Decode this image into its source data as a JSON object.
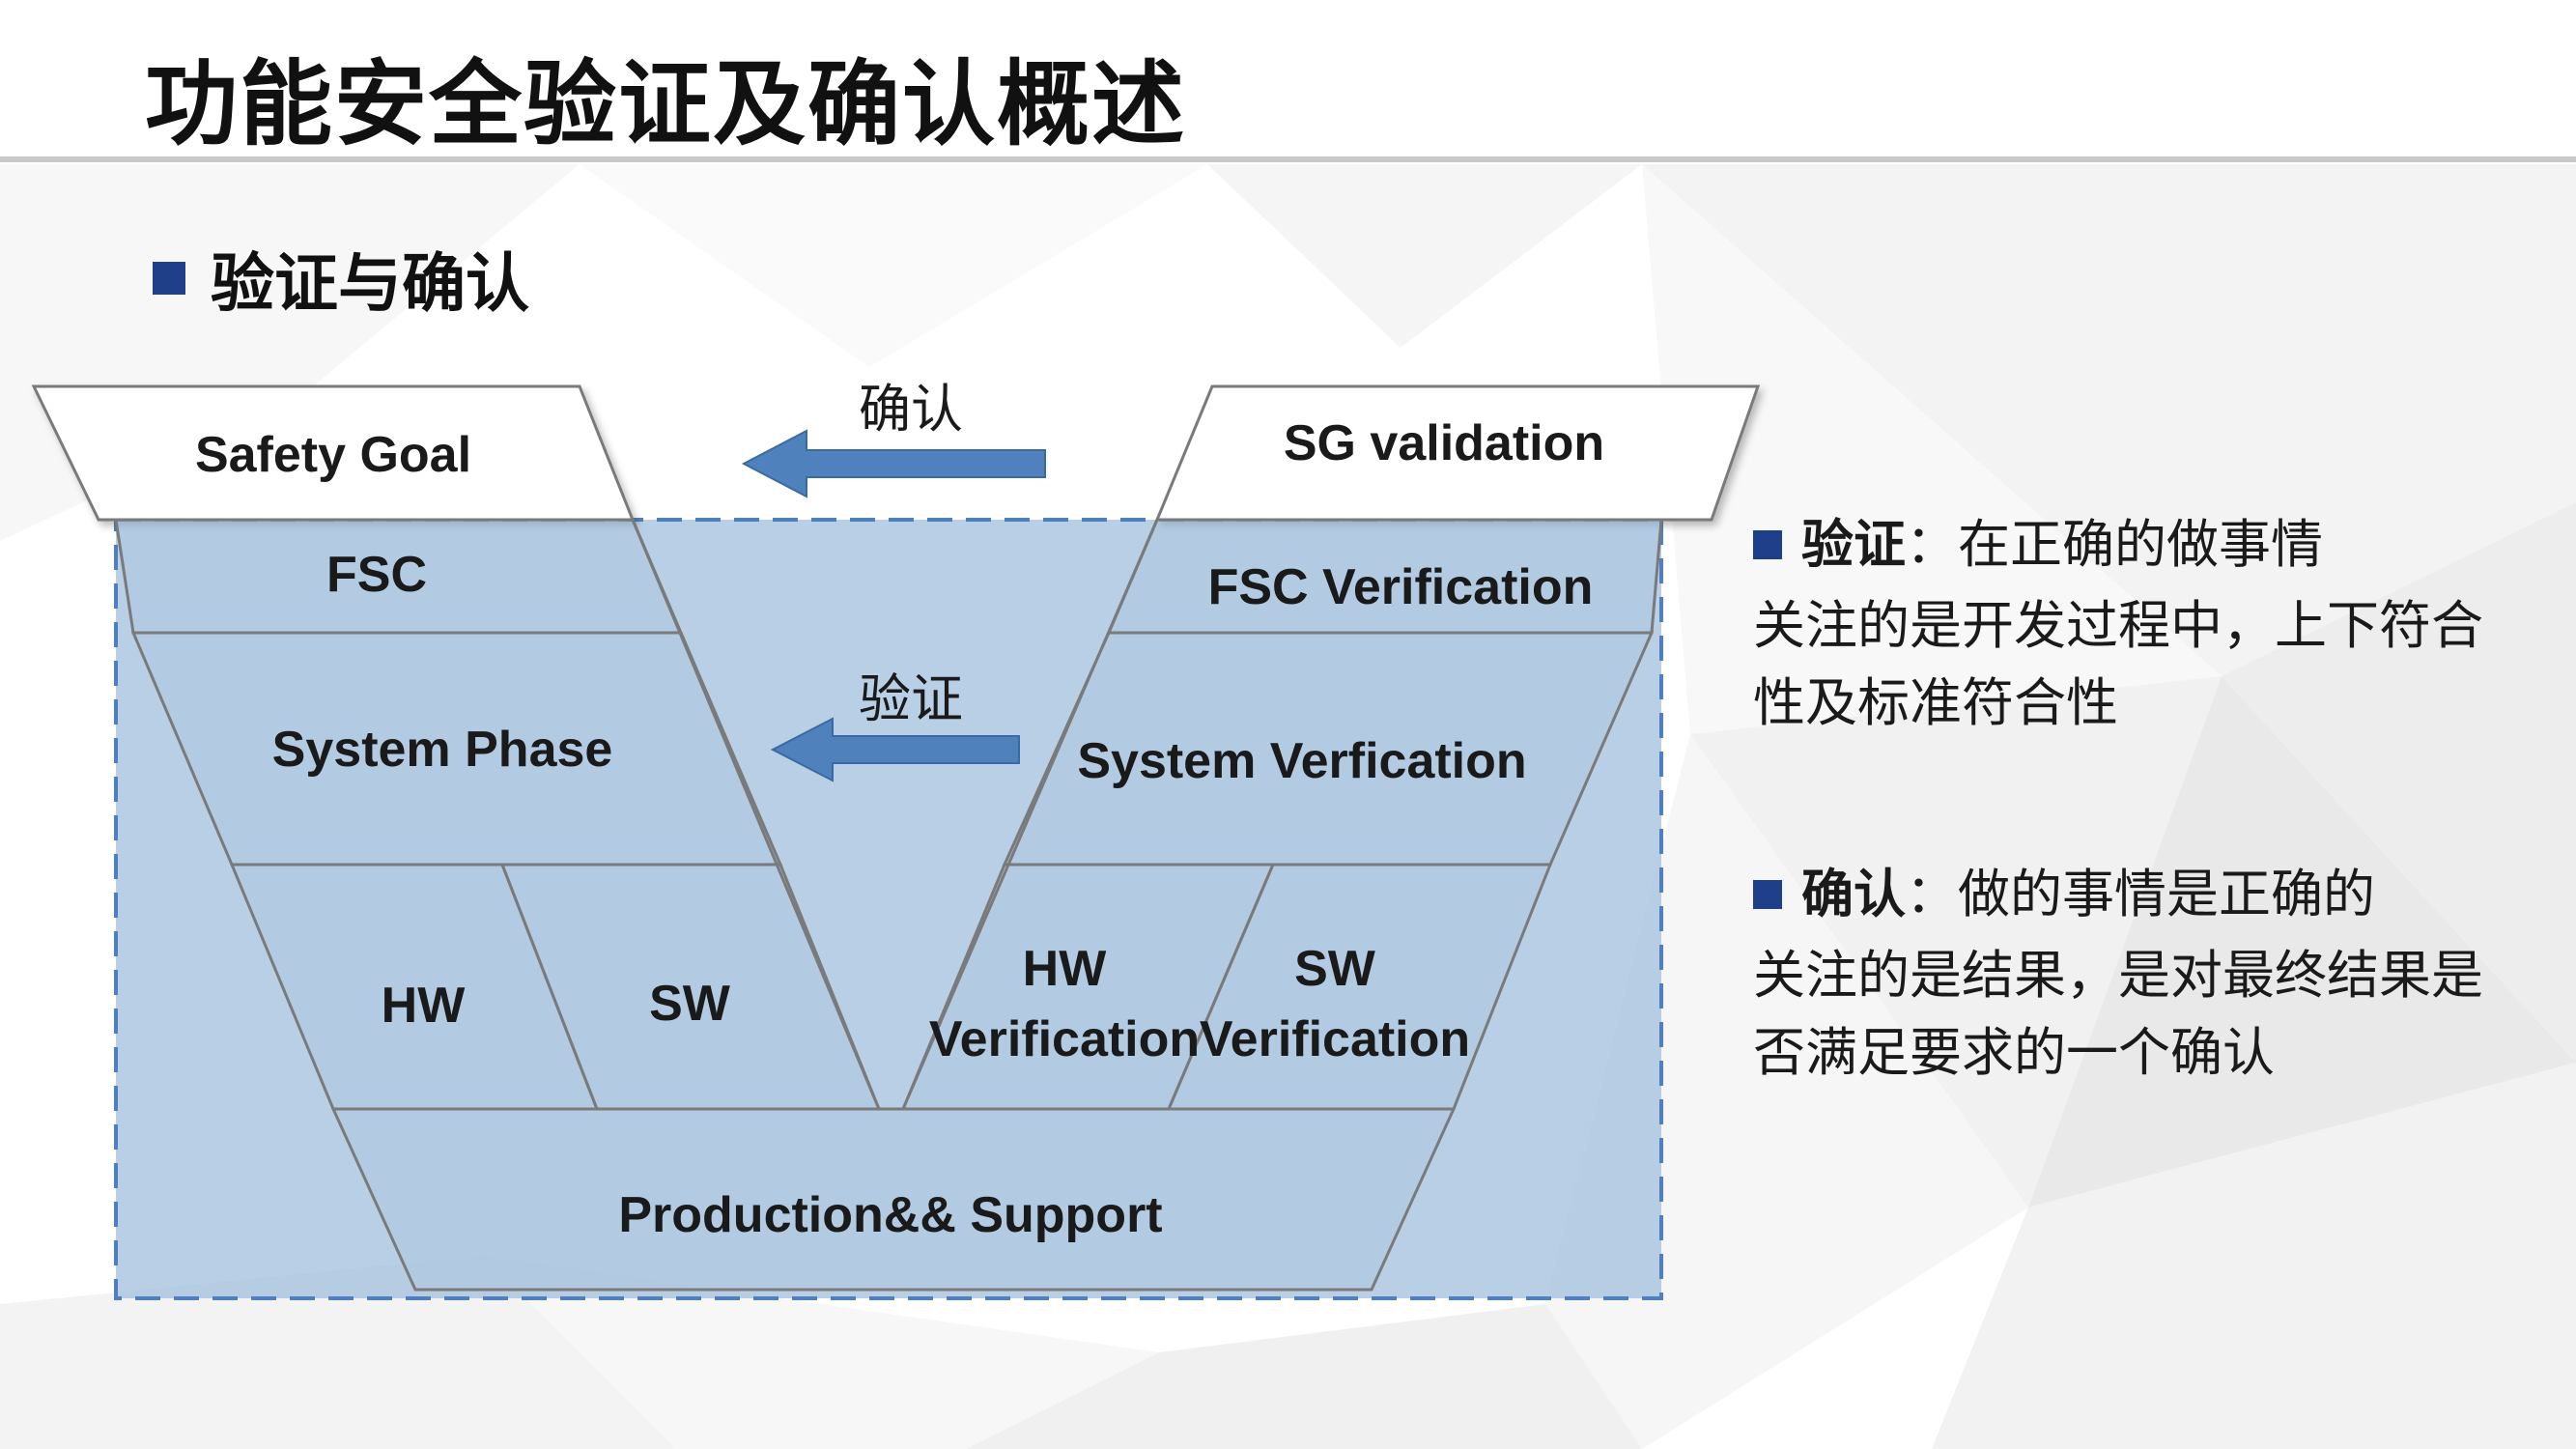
{
  "page": {
    "title": "功能安全验证及确认概述",
    "section_heading": "验证与确认"
  },
  "diagram": {
    "left_blocks": {
      "safety_goal": "Safety Goal",
      "fsc": "FSC",
      "system_phase": "System Phase",
      "hw": "HW",
      "sw": "SW"
    },
    "right_blocks": {
      "sg_validation": "SG validation",
      "fsc_verification": "FSC Verification",
      "system_verification": "System Verfication",
      "hw_verification_line1": "HW",
      "hw_verification_line2": "Verification",
      "sw_verification_line1": "SW",
      "sw_verification_line2": "Verification"
    },
    "bottom_block": "Production&& Support",
    "arrows": {
      "top_label": "确认",
      "middle_label": "验证"
    },
    "colors": {
      "block_fill": "#adc8e2",
      "dashed_region": "#9dbcdb",
      "dashed_border": "#4f7fbf",
      "arrow_fill": "#4f81bd",
      "outline": "#7a7a7a"
    }
  },
  "info": {
    "verification": {
      "term": "验证",
      "separator": "：",
      "definition": "在正确的做事情",
      "lines": [
        "关注的是开发过程中，上下符合",
        "性及标准符合性"
      ]
    },
    "validation": {
      "term": "确认",
      "separator": "：",
      "definition": "做的事情是正确的",
      "lines": [
        "关注的是结果，是对最终结果是",
        "否满足要求的一个确认"
      ]
    }
  },
  "colors": {
    "bullet": "#1f3f8a",
    "title_rule": "#c9c9c9"
  }
}
